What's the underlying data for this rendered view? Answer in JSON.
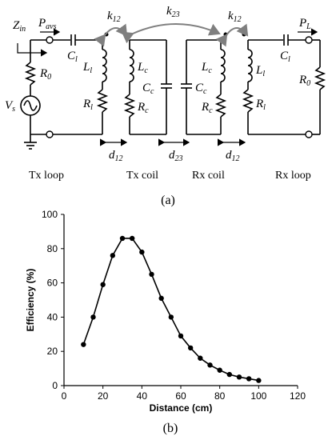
{
  "circuit": {
    "labels": {
      "zin": "Z",
      "zin_sub": "in",
      "pavs": "P",
      "pavs_sub": "avs",
      "pl": "P",
      "pl_sub": "L",
      "k12_left": "k",
      "k12_left_sub": "12",
      "k23": "k",
      "k23_sub": "23",
      "k12_right": "k",
      "k12_right_sub": "12",
      "r0_left": "R",
      "r0_left_sub": "0",
      "r0_right": "R",
      "r0_right_sub": "0",
      "vs": "V",
      "vs_sub": "s",
      "cl_left": "C",
      "cl_left_sub": "l",
      "cl_right": "C",
      "cl_right_sub": "l",
      "ll_left": "L",
      "ll_left_sub": "l",
      "ll_right": "L",
      "ll_right_sub": "l",
      "rl_left": "R",
      "rl_left_sub": "l",
      "rl_right": "R",
      "rl_right_sub": "l",
      "lc_left": "L",
      "lc_left_sub": "c",
      "lc_right": "L",
      "lc_right_sub": "c",
      "cc_left": "C",
      "cc_left_sub": "c",
      "cc_right": "C",
      "cc_right_sub": "c",
      "rc_left": "R",
      "rc_left_sub": "c",
      "rc_right": "R",
      "rc_right_sub": "c",
      "d12_left": "d",
      "d12_left_sub": "12",
      "d23": "d",
      "d23_sub": "23",
      "d12_right": "d",
      "d12_right_sub": "12"
    },
    "stage_labels": [
      "Tx loop",
      "Tx coil",
      "Rx coil",
      "Rx loop"
    ],
    "caption": "(a)"
  },
  "chart_data": {
    "type": "line",
    "x": [
      10,
      15,
      20,
      25,
      30,
      35,
      40,
      45,
      50,
      55,
      60,
      65,
      70,
      75,
      80,
      85,
      90,
      95,
      100
    ],
    "series": [
      {
        "values": [
          24,
          40,
          59,
          76,
          86,
          86,
          78,
          65,
          51,
          40,
          29,
          22,
          16,
          12,
          9,
          6.5,
          5,
          4,
          3
        ]
      }
    ],
    "xlabel": "Distance (cm)",
    "ylabel": "Efficiency (%)",
    "xlim": [
      0,
      120
    ],
    "ylim": [
      0,
      100
    ],
    "xticks": [
      0,
      20,
      40,
      60,
      80,
      100,
      120
    ],
    "yticks": [
      0,
      20,
      40,
      60,
      80,
      100
    ],
    "grid": false,
    "markers": true,
    "caption": "(b)"
  }
}
